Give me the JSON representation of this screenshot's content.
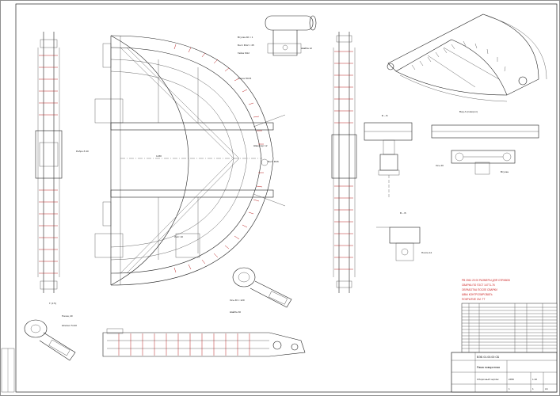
{
  "sheet": {
    "notes": [
      "PB 2061 20 00 РАЗМЕРЫ ДЛЯ СПРАВОК",
      "СВАРКА ПО ГОСТ 14771-76",
      "ОБРАБОТКА ПОСЛЕ СВАРКИ",
      "ШВЫ КОНТРОЛИРОВАТЬ",
      "ПОКРЫТИЕ СМ. ТТ"
    ],
    "title_block": {
      "designation": "ВЭБ 01.00.00 СБ",
      "name": "Рама поворотная",
      "doc_type": "Сборочный чертёж",
      "scale": "1:10",
      "sheet": "1",
      "sheets": "1",
      "mass": "2450",
      "format": "А1"
    }
  }
}
